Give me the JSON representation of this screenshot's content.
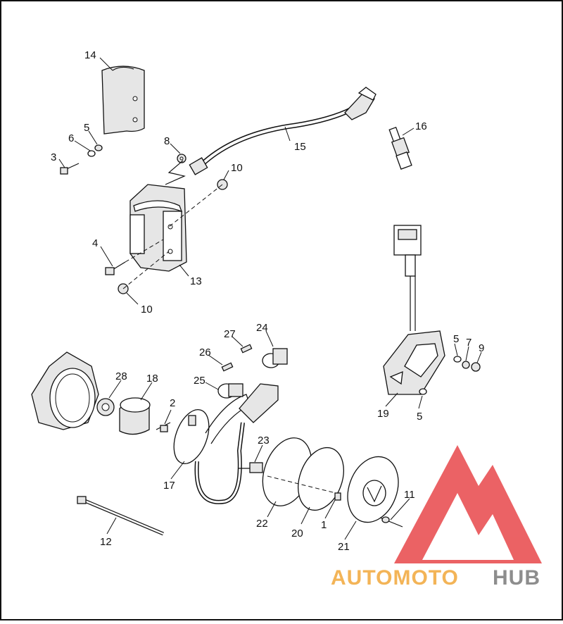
{
  "diagram": {
    "callouts": {
      "c14": "14",
      "c5a": "5",
      "c6": "6",
      "c3": "3",
      "c8": "8",
      "c10a": "10",
      "c15": "15",
      "c16": "16",
      "c4": "4",
      "c13": "13",
      "c10b": "10",
      "c27": "27",
      "c24": "24",
      "c26": "26",
      "c25": "25",
      "c28": "28",
      "c18": "18",
      "c2": "2",
      "c5b": "5",
      "c7": "7",
      "c9": "9",
      "c19": "19",
      "c5c": "5",
      "c23": "23",
      "c17": "17",
      "c22": "22",
      "c20": "20",
      "c1": "1",
      "c11": "11",
      "c21": "21",
      "c12": "12"
    }
  },
  "watermark": {
    "text_a": "AUTOMOTO",
    "text_b": "HUB",
    "color_red": "#e8474a",
    "color_orange": "#f2a83a",
    "color_gray": "#7a7a7a"
  }
}
